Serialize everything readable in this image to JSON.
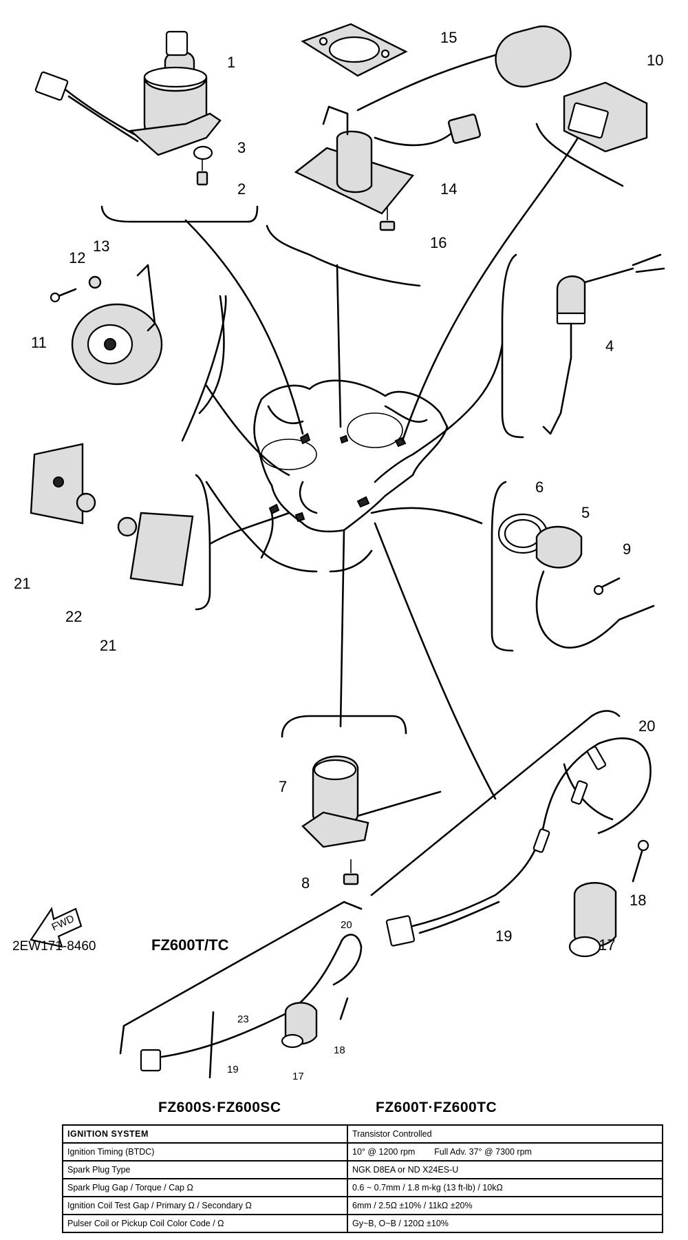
{
  "diagram": {
    "callouts": [
      "1",
      "2",
      "3",
      "4",
      "5",
      "6",
      "7",
      "8",
      "9",
      "10",
      "11",
      "12",
      "13",
      "14",
      "15",
      "16",
      "17",
      "18",
      "19",
      "20",
      "21",
      "21",
      "22",
      "17",
      "18",
      "19",
      "20",
      "23"
    ],
    "part_code": "2EW171-8460",
    "inset_label": "FZ600T/TC",
    "fwd_label": "FWD"
  },
  "models": {
    "left": "FZ600S·FZ600SC",
    "right": "FZ600T·FZ600TC"
  },
  "spec_table": {
    "rows": [
      {
        "param": "IGNITION SYSTEM",
        "value": "Transistor Controlled"
      },
      {
        "param": "Ignition Timing (BTDC)",
        "value": "10° @ 1200 rpm        Full Adv. 37° @ 7300 rpm"
      },
      {
        "param": "Spark Plug Type",
        "value": "NGK D8EA or ND X24ES-U"
      },
      {
        "param": "Spark Plug Gap / Torque / Cap Ω",
        "value": "0.6 ~ 0.7mm / 1.8 m-kg (13 ft-lb) / 10kΩ"
      },
      {
        "param": "Ignition Coil Test Gap / Primary Ω / Secondary Ω",
        "value": "6mm / 2.5Ω ±10% / 11kΩ ±20%"
      },
      {
        "param": "Pulser Coil or Pickup Coil Color Code / Ω",
        "value": "Gy~B, O~B / 120Ω ±10%"
      }
    ]
  }
}
